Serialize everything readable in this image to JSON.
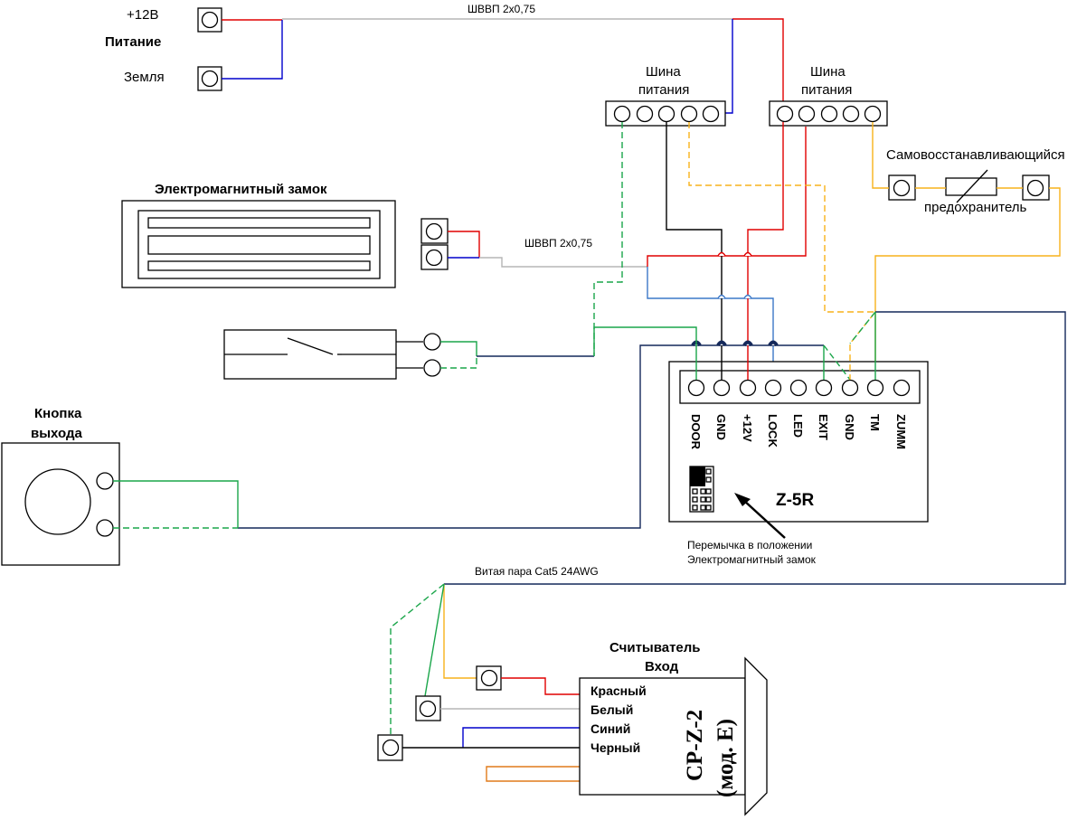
{
  "power": {
    "plus12_label": "+12В",
    "title": "Питание",
    "ground_label": "Земля",
    "cable_label": "ШВВП 2х0,75"
  },
  "bus_left": {
    "label_line1": "Шина",
    "label_line2": "питания"
  },
  "bus_right": {
    "label_line1": "Шина",
    "label_line2": "питания"
  },
  "fuse": {
    "label_line1": "Самовосстанавливающийся",
    "label_line2": "предохранитель"
  },
  "lock": {
    "title": "Электромагнитный замок",
    "cable_label": "ШВВП 2х0,75"
  },
  "exit_button": {
    "title_line1": "Кнопка",
    "title_line2": "выхода"
  },
  "controller": {
    "model": "Z-5R",
    "pins": [
      "DOOR",
      "GND",
      "+12V",
      "LOCK",
      "LED",
      "EXIT",
      "GND",
      "TM",
      "ZUMM"
    ],
    "jumper_note_line1": "Перемычка в положении",
    "jumper_note_line2": "Электромагнитный замок"
  },
  "twisted_pair_label": "Витая пара Cat5 24AWG",
  "reader": {
    "title_line1": "Считыватель",
    "title_line2": "Вход",
    "model_line1": "CP-Z-2",
    "model_line2": "(мод. E)",
    "wires": [
      "Красный",
      "Белый",
      "Синий",
      "Черный"
    ]
  },
  "colors": {
    "red": "#e00000",
    "blue": "#0000cc",
    "light_blue": "#3c78c8",
    "green": "#1aa64a",
    "yellow": "#f7b21b",
    "gray": "#b5b5b5",
    "navy": "#14285a",
    "orange": "#e07a1a",
    "black": "#000000"
  }
}
